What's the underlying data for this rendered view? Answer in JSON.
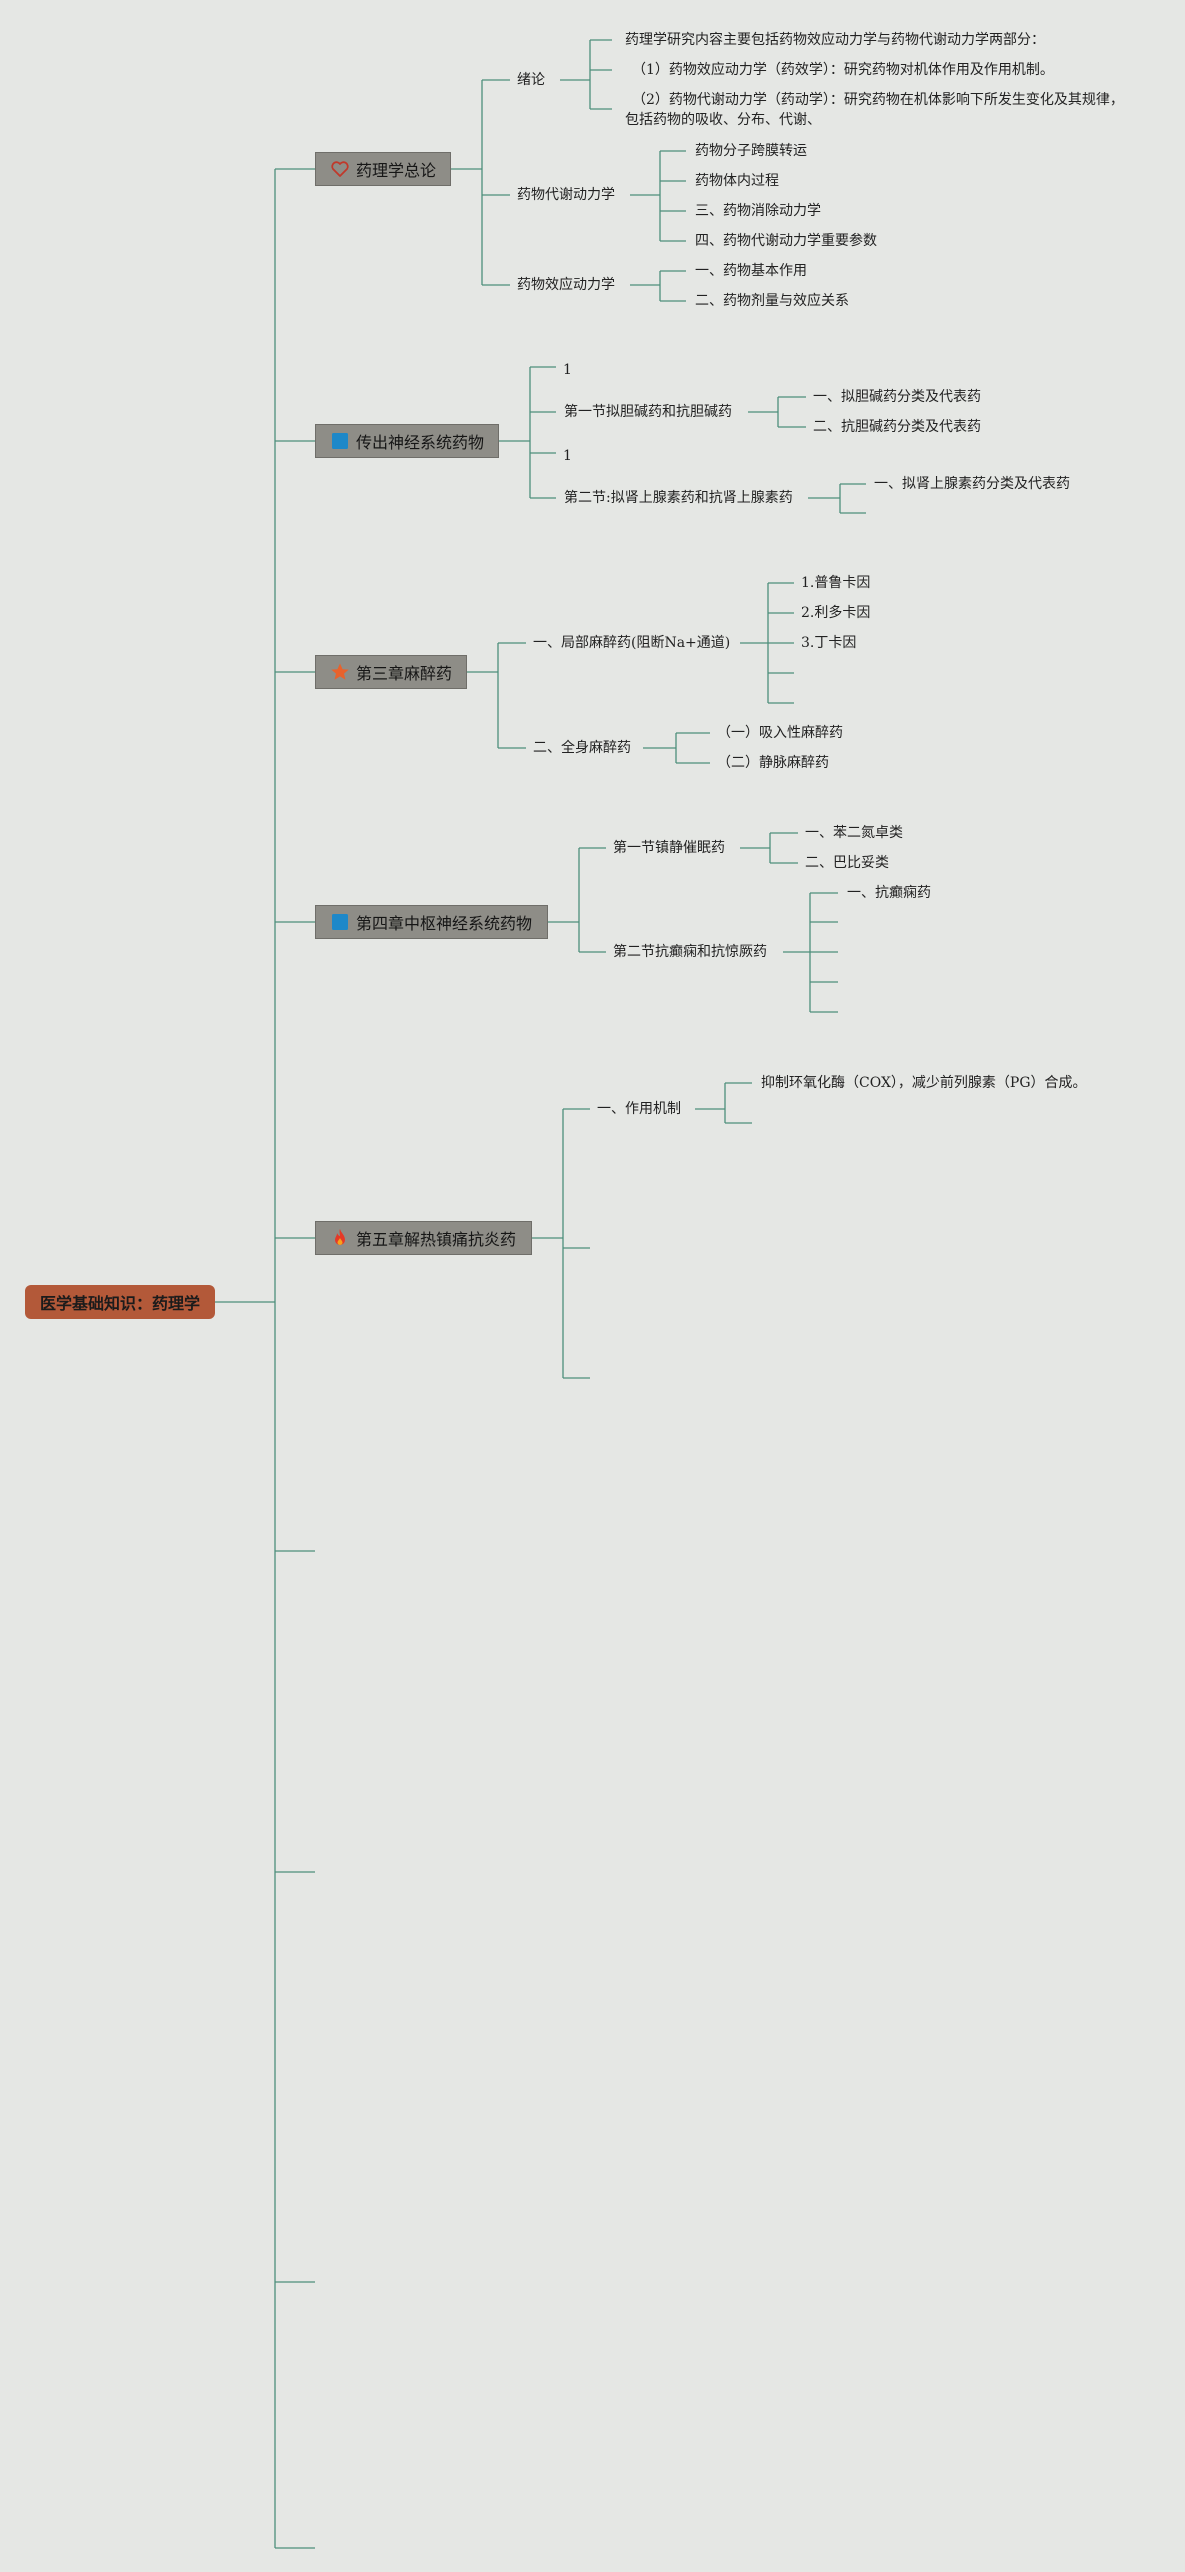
{
  "root": {
    "label": "医学基础知识：药理学"
  },
  "colors": {
    "root": "#b35939",
    "chapter": "#8e8d87",
    "connector": "#4d8f7b",
    "background": "#e5e7e4"
  },
  "chapters": [
    {
      "label": "药理学总论",
      "icon": "heart-outline-icon",
      "children": [
        {
          "label": "绪论",
          "children": [
            "药理学研究内容主要包括药物效应动力学与药物代谢动力学两部分：",
            "（1）药物效应动力学（药效学）：研究药物对机体作用及作用机制。",
            "（2）药物代谢动力学（药动学）：研究药物在机体影响下所发生变化及其规律，包括药物的吸收、分布、代谢、"
          ]
        },
        {
          "label": "药物代谢动力学",
          "children": [
            "药物分子跨膜转运",
            "药物体内过程",
            "三、药物消除动力学",
            "四、药物代谢动力学重要参数"
          ]
        },
        {
          "label": "药物效应动力学",
          "children": [
            "一、药物基本作用",
            "二、药物剂量与效应关系"
          ]
        }
      ]
    },
    {
      "label": "传出神经系统药物",
      "icon": "blue-flag-icon",
      "children": [
        {
          "label": "1",
          "children": []
        },
        {
          "label": "第一节拟胆碱药和抗胆碱药",
          "children": [
            "一、拟胆碱药分类及代表药",
            "二、抗胆碱药分类及代表药"
          ]
        },
        {
          "label": "1",
          "children": []
        },
        {
          "label": "第二节:拟肾上腺素药和抗肾上腺素药",
          "children": [
            "一、拟肾上腺素药分类及代表药",
            ""
          ]
        }
      ]
    },
    {
      "label": "第三章麻醉药",
      "icon": "orange-star-icon",
      "children": [
        {
          "label": "一、局部麻醉药(阻断Na+通道)",
          "children": [
            "1.普鲁卡因",
            "2.利多卡因",
            "3.丁卡因",
            "",
            ""
          ]
        },
        {
          "label": "二、全身麻醉药",
          "children": [
            "（一）吸入性麻醉药",
            "（二）静脉麻醉药"
          ]
        }
      ]
    },
    {
      "label": "第四章中枢神经系统药物",
      "icon": "blue-flag-icon",
      "children": [
        {
          "label": "第一节镇静催眠药",
          "children": [
            "一、苯二氮卓类",
            "二、巴比妥类"
          ]
        },
        {
          "label": "第二节抗癫痫和抗惊厥药",
          "children": [
            "一、抗癫痫药",
            "",
            "",
            "",
            ""
          ]
        }
      ]
    },
    {
      "label": "第五章解热镇痛抗炎药",
      "icon": "fire-icon",
      "children": [
        {
          "label": "一、作用机制",
          "children": [
            "抑制环氧化酶（COX），减少前列腺素（PG）合成。",
            ""
          ]
        },
        {
          "label": "",
          "children": []
        },
        {
          "label": "",
          "children": []
        }
      ]
    },
    {
      "label": "",
      "icon": "",
      "children": []
    },
    {
      "label": "",
      "icon": "",
      "children": []
    },
    {
      "label": "",
      "icon": "",
      "children": []
    },
    {
      "label": "",
      "icon": "",
      "children": []
    }
  ]
}
